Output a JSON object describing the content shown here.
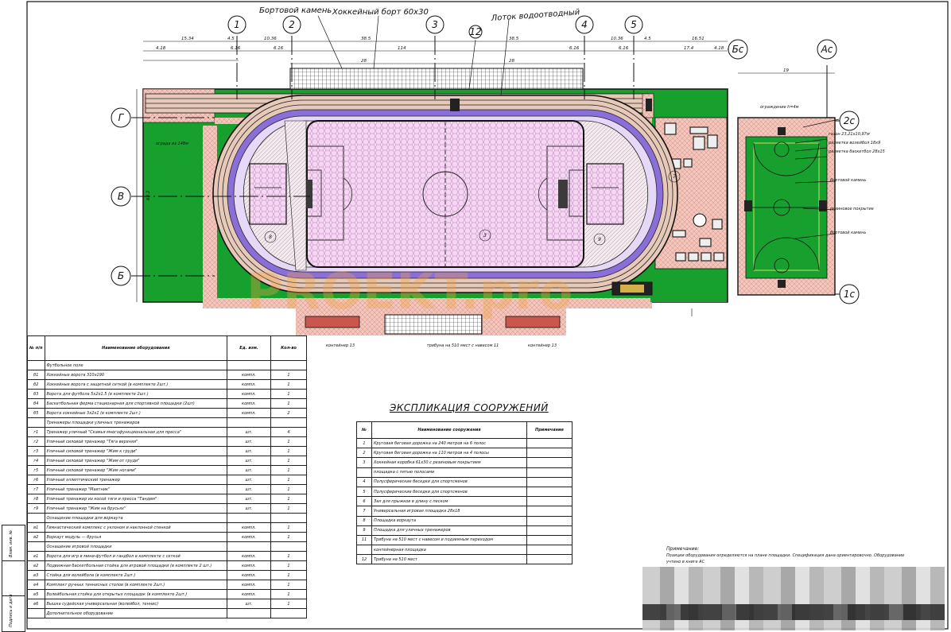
{
  "plan": {
    "callout_border_stone": "Бортовой камень",
    "callout_hockey_board": "Хоккейный борт 60х30",
    "callout_drain_tray": "Лоток водоотводный",
    "axes_columns": [
      "1",
      "2",
      "3",
      "4",
      "5"
    ],
    "axes_rows": [
      "Г",
      "В",
      "Б"
    ],
    "axes_special": [
      "Бс",
      "Ас",
      "2с",
      "1с"
    ],
    "marker_top": "12",
    "dims_top": [
      "15.34",
      "4.5",
      "10.36",
      "38.5",
      "38.5",
      "10.36",
      "4.5",
      "16.51"
    ],
    "dims_second": [
      "4.18",
      "6.16",
      "6.16",
      "114",
      "6.16",
      "6.16",
      "17.4",
      "4.18"
    ],
    "dims_third": [
      "28",
      "28"
    ],
    "dim_right_court": "19",
    "dim_side_left": "64.2",
    "zone_numbers": [
      "8",
      "3",
      "9",
      "7"
    ],
    "bottom_item_labels": [
      "контейнер 13",
      "трибуна на 510 мест с навесом 11",
      "контейнер 13"
    ],
    "note_left": "ограда из 148м",
    "watermark": "PROEKT.pro",
    "court_callouts": [
      "ограждение h=4м",
      "газон 23,21х10,97м",
      "разметка волейбол 18х9",
      "разметка баскетбол 28х15",
      "бортовой камень",
      "резиновое покрытие",
      "бортовой камень"
    ]
  },
  "equipment_table": {
    "headers": [
      "№ п/п",
      "Наименование оборудования",
      "Ед. изм.",
      "Кол-во"
    ],
    "rows": [
      [
        "",
        "Футбольное поле",
        "",
        ""
      ],
      [
        "б1",
        "Хоккейные ворота 310х190",
        "компл.",
        "1"
      ],
      [
        "б2",
        "Хоккейные ворота с защитной сеткой (в комплекте 2шт.)",
        "компл.",
        "1"
      ],
      [
        "б3",
        "Ворота для футбола 5х2х1.5 (в комплекте 2шт.)",
        "компл.",
        "1"
      ],
      [
        "б4",
        "Баскетбольная ферма стационарная для спортивной площадки (2шт)",
        "компл.",
        "1"
      ],
      [
        "б5",
        "Ворота хоккейные 3х2х1 (в комплекте 2шт.)",
        "компл.",
        "2"
      ],
      [
        "",
        "Тренажеры площадки уличных тренажеров",
        "",
        ""
      ],
      [
        "г1",
        "Тренажер уличный \"Скамья многофункциональная для пресса\"",
        "шт.",
        "4"
      ],
      [
        "г2",
        "Уличный силовой тренажер \"Тяга верхняя\"",
        "шт.",
        "1"
      ],
      [
        "г3",
        "Уличный силовой тренажер \"Жим к груди\"",
        "шт.",
        "1"
      ],
      [
        "г4",
        "Уличный силовой тренажер \"Жим от груди\"",
        "шт.",
        "1"
      ],
      [
        "г5",
        "Уличный силовой тренажер \"Жим ногами\"",
        "шт.",
        "1"
      ],
      [
        "г6",
        "Уличный эллиптический тренажер",
        "шт.",
        "1"
      ],
      [
        "г7",
        "Уличный тренажер \"Маятник\"",
        "шт.",
        "1"
      ],
      [
        "г8",
        "Уличный тренажер из косой тяги и пресса \"Тандем\"",
        "шт.",
        "1"
      ],
      [
        "г9",
        "Уличный тренажер \"Жим на брусьях\"",
        "шт.",
        "1"
      ],
      [
        "",
        "Оснащение площадки для воркаута",
        "",
        ""
      ],
      [
        "в1",
        "Гимнастический комплекс с уклоном и наклонной стенкой",
        "компл.",
        "1"
      ],
      [
        "в2",
        "Воркаут модуль — брусья",
        "компл.",
        "1"
      ],
      [
        "",
        "Оснащение игровой площадки",
        "",
        ""
      ],
      [
        "е1",
        "Ворота для игр в мини-футбол и гандбол в комплекте с сеткой",
        "компл.",
        "1"
      ],
      [
        "е2",
        "Подвижная баскетбольная стойка для игровой площадки (в комплекте 2 шт.)",
        "компл.",
        "1"
      ],
      [
        "е3",
        "Стойка для волейбола (в комплекте 2шт.)",
        "компл.",
        "1"
      ],
      [
        "е4",
        "Комплект ручных теннисных столов (в комплекте 2шт.)",
        "компл.",
        "1"
      ],
      [
        "е5",
        "Волейбольная стойка для открытых площадок (в комплекте 2шт.)",
        "компл.",
        "1"
      ],
      [
        "е6",
        "Вышка судейская универсальная (волейбол, теннис)",
        "шт.",
        "1"
      ],
      [
        "",
        "Дополнительное оборудование",
        "",
        ""
      ]
    ]
  },
  "structures_title": "ЭКСПЛИКАЦИЯ СООРУЖЕНИЙ",
  "structures_table": {
    "headers": [
      "№",
      "Наименование сооружения",
      "Примечание"
    ],
    "rows": [
      [
        "1",
        "Круговая беговая дорожка на 240 метров на 6 полос",
        ""
      ],
      [
        "2",
        "Круговая беговая дорожка на 110 метров на 4 полосы",
        ""
      ],
      [
        "3",
        "Хоккейная коробка 61х30 с резиновым покрытием",
        ""
      ],
      [
        "",
        "площадка с пятью полосами",
        ""
      ],
      [
        "4",
        "Полусферические беседки для спортсменов",
        ""
      ],
      [
        "5",
        "Полусферические беседки для спортсменов",
        ""
      ],
      [
        "6",
        "Зал для прыжков в длину с песком",
        ""
      ],
      [
        "7",
        "Универсальная игровая площадка 28х18",
        ""
      ],
      [
        "8",
        "Площадка воркаута",
        ""
      ],
      [
        "9",
        "Площадка для уличных тренажеров",
        ""
      ],
      [
        "11",
        "Трибуна на 510 мест с навесом и подземным переходом",
        ""
      ],
      [
        "",
        "контейнерная площадка",
        ""
      ],
      [
        "12",
        "Трибуна на 510 мест",
        ""
      ]
    ]
  },
  "notes": {
    "title": "Примечание:",
    "text": "Позиции оборудования определяются на плане площадки. Спецификация дана ориентировочно. Оборудование учтено в книге АС"
  },
  "side_strip": [
    "Взам. инв. №",
    "Подпись и дата"
  ],
  "colors": {
    "turf": "#17a02d",
    "track_fill": "#e7c9b9",
    "track_lane": "#8a6fd9",
    "field_fill": "#f1d4f2",
    "paving": "#f0c2b6",
    "watermark": "#f4a040"
  }
}
